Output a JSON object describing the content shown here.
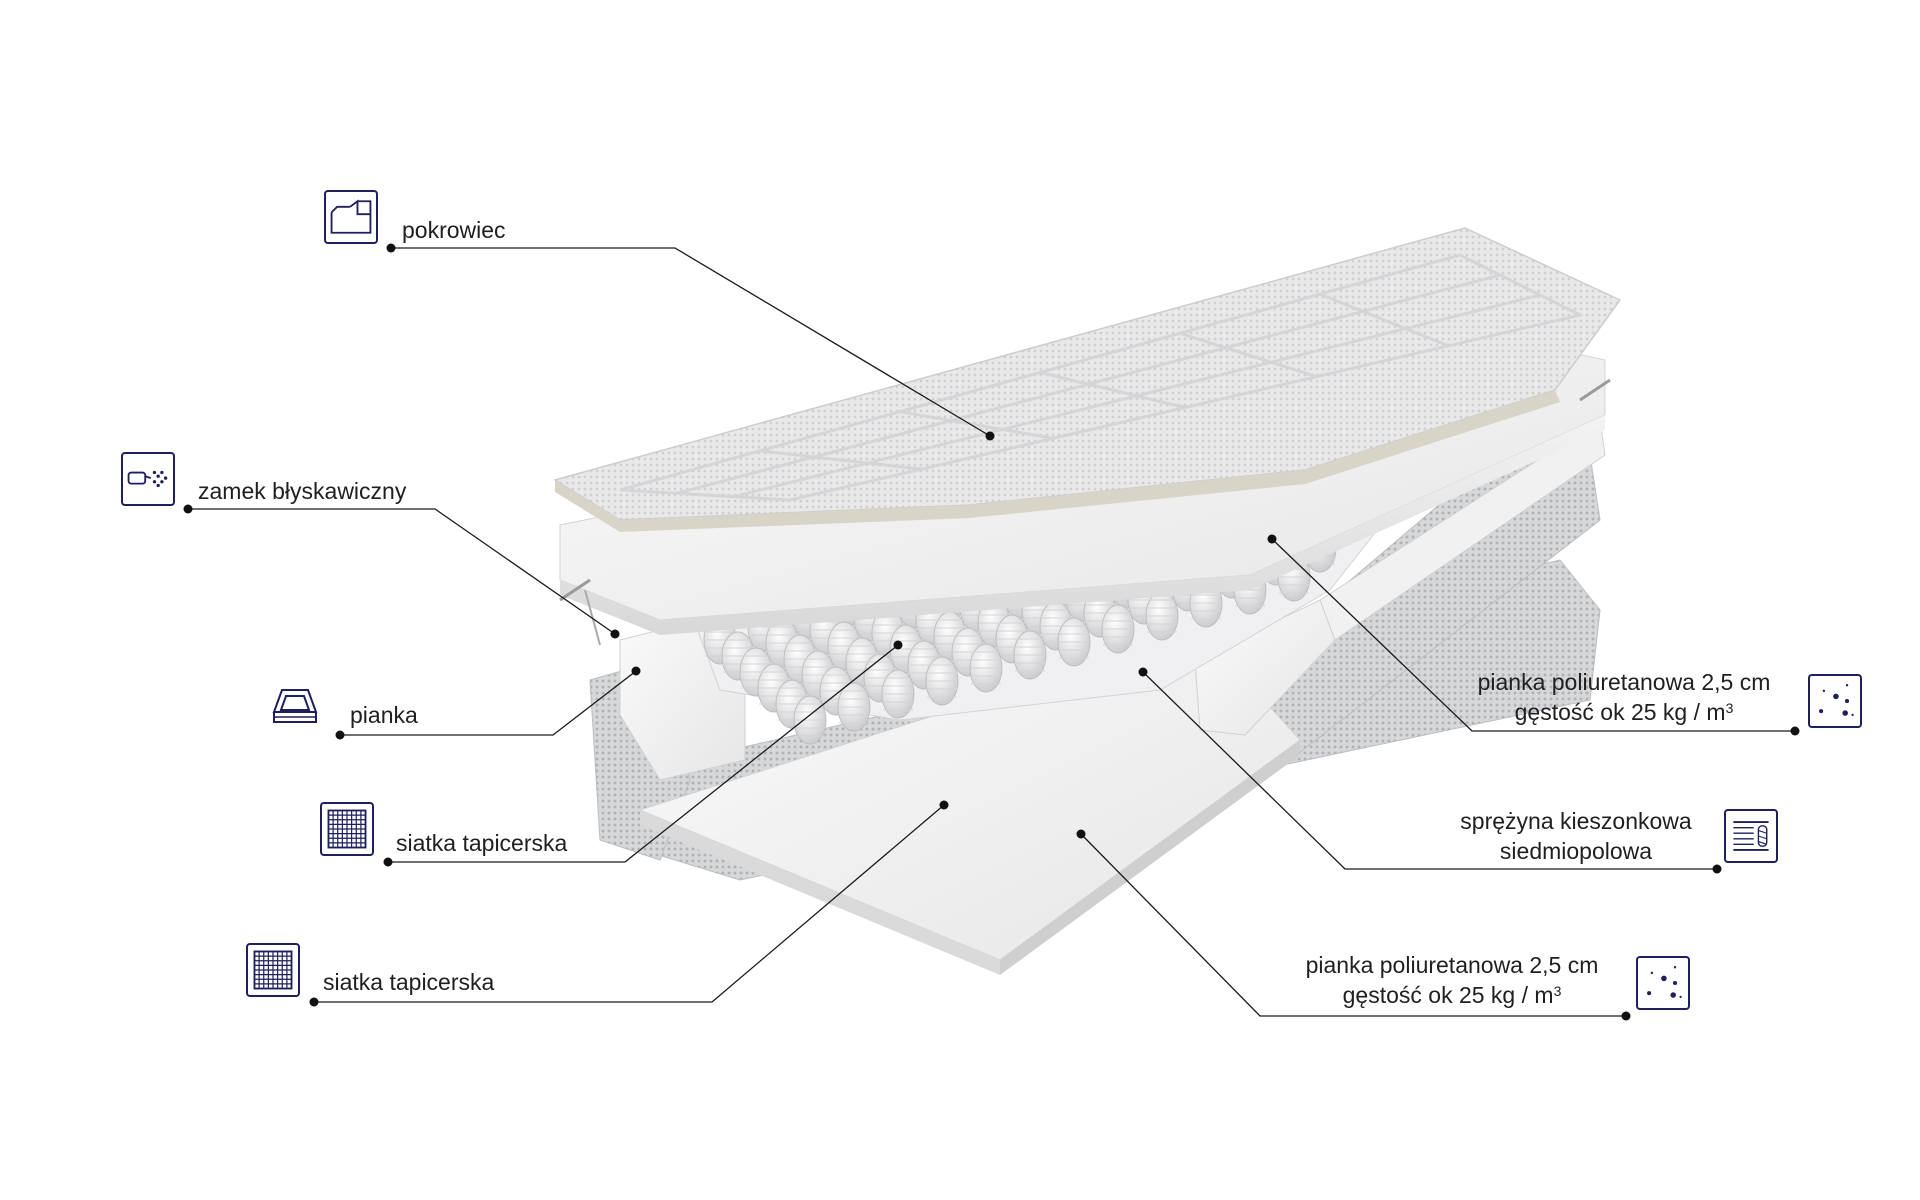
{
  "labels": {
    "cover": "pokrowiec",
    "zipper": "zamek błyskawiczny",
    "foam": "pianka",
    "mesh_upper": "siatka tapicerska",
    "mesh_lower": "siatka tapicerska",
    "pu_foam_top_line1": "pianka poliuretanowa 2,5 cm",
    "pu_foam_top_line2": "gęstość ok 25 kg / m",
    "pu_foam_top_sup": "3",
    "spring_line1": "sprężyna kieszonkowa",
    "spring_line2": "siedmiopolowa",
    "pu_foam_bottom_line1": "pianka poliuretanowa 2,5 cm",
    "pu_foam_bottom_line2": "gęstość ok 25 kg / m",
    "pu_foam_bottom_sup": "3"
  },
  "icons": {
    "cover": "cover-sheet-icon",
    "zipper": "zipper-icon",
    "foam": "foam-tray-icon",
    "mesh_upper": "grid-mesh-icon",
    "mesh_lower": "grid-mesh-icon",
    "pu_foam_top": "foam-density-icon",
    "spring": "pocket-spring-icon",
    "pu_foam_bottom": "foam-density-icon"
  },
  "colors": {
    "icon_stroke": "#1e1f5e",
    "leader_line": "#1a1a1a"
  }
}
